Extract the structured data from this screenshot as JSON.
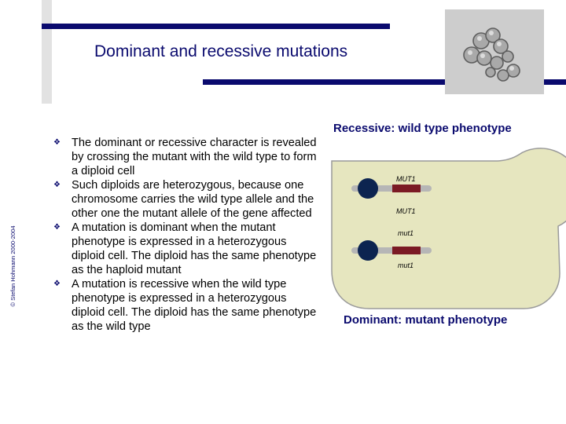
{
  "slide": {
    "title": "Dominant and recessive mutations",
    "copyright": "© Stefan Hohmann 2000-2004"
  },
  "bullets": [
    {
      "text": "The dominant or recessive character is revealed by crossing the mutant with the wild type to form a diploid cell"
    },
    {
      "text": "Such diploids are heterozygous, because one chromosome carries the wild type allele and the other one the mutant allele of the gene affected"
    },
    {
      "text": "A mutation is dominant when the mutant phenotype is expressed in a heterozygous diploid cell. The diploid has the same phenotype as the haploid mutant"
    },
    {
      "text": "A mutation is recessive when the wild type phenotype is expressed in a heterozygous diploid cell. The diploid has the same phenotype as the wild type"
    }
  ],
  "diagram": {
    "heading_recessive": "Recessive: wild type phenotype",
    "heading_dominant": "Dominant: mutant phenotype",
    "labels": [
      "MUT1",
      "MUT1",
      "mut1",
      "mut1"
    ]
  },
  "colors": {
    "accent": "#0a0a6e",
    "cell_fill": "#e6e6bf",
    "cell_stroke": "#9a9a9a",
    "chromosome": "#b6b6b6",
    "centromere": "#0c2450",
    "gene_band": "#7b1a24"
  },
  "icons": {
    "bullet": "square-bullet-icon"
  }
}
